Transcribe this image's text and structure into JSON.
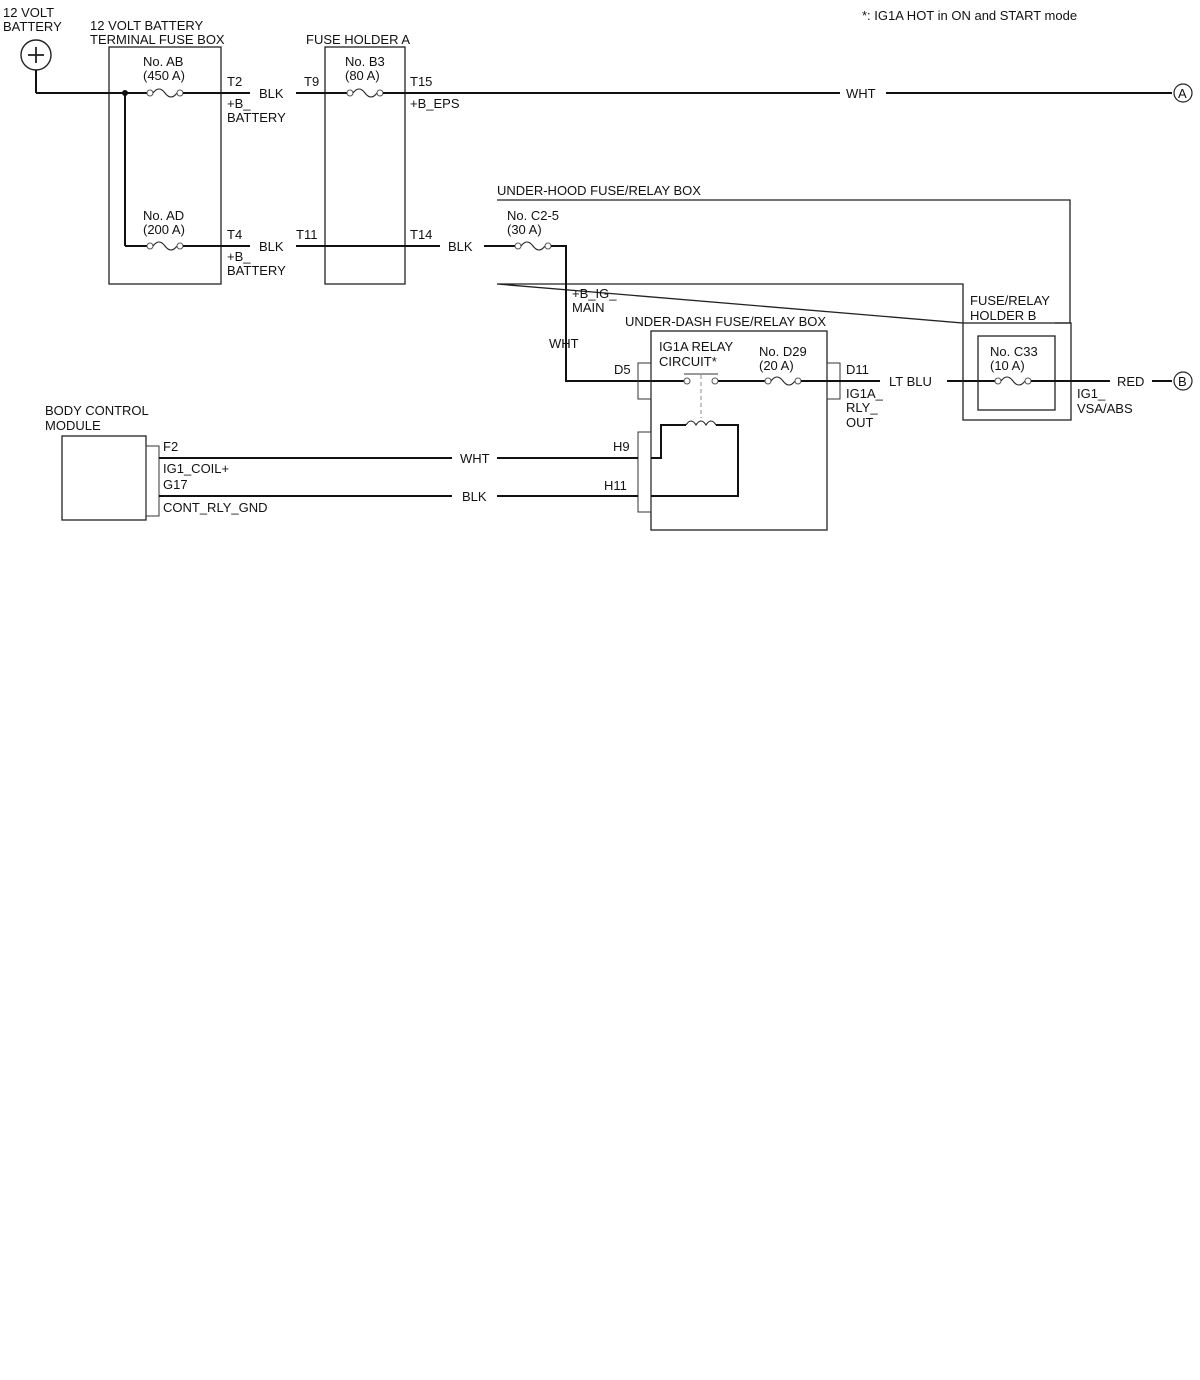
{
  "note": "*: IG1A HOT in ON and START mode",
  "battery": {
    "label_line1": "12 VOLT",
    "label_line2": "BATTERY"
  },
  "components": {
    "terminal_fuse_box": {
      "line1": "12 VOLT BATTERY",
      "line2": "TERMINAL FUSE BOX"
    },
    "fuse_holder_a": {
      "label": "FUSE HOLDER A"
    },
    "under_hood_box": {
      "label": "UNDER-HOOD FUSE/RELAY BOX"
    },
    "under_dash_box": {
      "label": "UNDER-DASH FUSE/RELAY BOX"
    },
    "fuse_relay_holder_b": {
      "line1": "FUSE/RELAY",
      "line2": "HOLDER B"
    },
    "bcm": {
      "line1": "BODY CONTROL",
      "line2": "MODULE"
    },
    "relay": {
      "line1": "IG1A RELAY",
      "line2": "CIRCUIT*"
    }
  },
  "fuses": {
    "ab": {
      "name": "No. AB",
      "rating": "(450 A)"
    },
    "ad": {
      "name": "No. AD",
      "rating": "(200 A)"
    },
    "b3": {
      "name": "No. B3",
      "rating": "(80 A)"
    },
    "c2_5": {
      "name": "No. C2-5",
      "rating": "(30 A)"
    },
    "d29": {
      "name": "No. D29",
      "rating": "(20 A)"
    },
    "c33": {
      "name": "No. C33",
      "rating": "(10 A)"
    }
  },
  "terminals": {
    "t2": "T2",
    "t4": "T4",
    "t9": "T9",
    "t11": "T11",
    "t14": "T14",
    "t15": "T15",
    "d5": "D5",
    "d11": "D11",
    "h9": "H9",
    "h11": "H11",
    "f2": "F2",
    "g17": "G17"
  },
  "circuits": {
    "b_battery_1_line1": "+B_",
    "b_battery_1_line2": "BATTERY",
    "b_battery_2_line1": "+B_",
    "b_battery_2_line2": "BATTERY",
    "b_eps": "+B_EPS",
    "b_ig_main_line1": "+B_IG_",
    "b_ig_main_line2": "MAIN",
    "ig1a_rly_out_line1": "IG1A_",
    "ig1a_rly_out_line2": "RLY_",
    "ig1a_rly_out_line3": "OUT",
    "ig1_vsa_abs_line1": "IG1_",
    "ig1_vsa_abs_line2": "VSA/ABS",
    "ig1_coil": "IG1_COIL+",
    "cont_rly_gnd": "CONT_RLY_GND"
  },
  "wire_colors": {
    "top_blk": "BLK",
    "top_wht": "WHT",
    "mid_blk_1": "BLK",
    "mid_blk_2": "BLK",
    "vertical_wht": "WHT",
    "lt_blu": "LT BLU",
    "red": "RED",
    "bcm_wht": "WHT",
    "bcm_blk": "BLK"
  },
  "destinations": {
    "a": "A",
    "b": "B"
  }
}
